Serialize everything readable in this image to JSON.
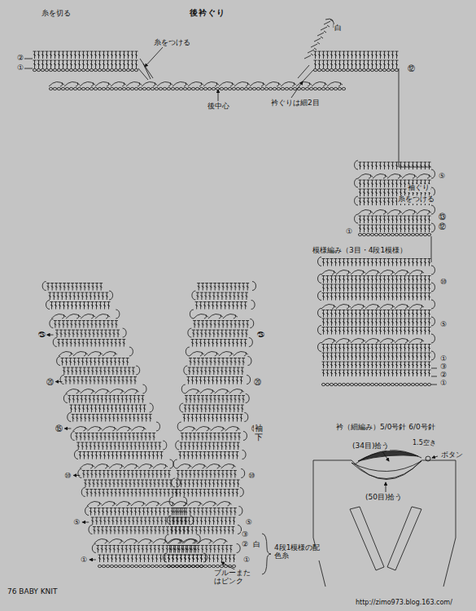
{
  "diagram": {
    "title": "後衿ぐり",
    "labels": [
      "糸を切る",
      "②",
      "①",
      "糸をつける",
      "衿ぐりは細2目",
      "後中心",
      "⑫",
      "白",
      "⑤",
      "袖ぐり",
      "糸をつける",
      "①",
      "⑬",
      "⑫",
      "模様編み（3目・4段1模様）",
      "⑩",
      "⑤",
      "①",
      "③",
      "②",
      "①",
      "㉕",
      "⑳",
      "⑮",
      "⑩",
      "⑤",
      "①",
      "㉕",
      "⑳",
      "⑮",
      "⑩",
      "⑤",
      "①",
      "袖下",
      "③",
      "②",
      "白",
      "ブルーまたはピンク",
      "4段1模様の配色糸",
      "衿（細編み）5/0号針 6/0号針",
      "(34目)拾う",
      "1.5空き",
      "ボタン",
      "(50目)拾う",
      "76 BABY KNIT",
      "http://zimo973.blog.163.com/"
    ]
  }
}
